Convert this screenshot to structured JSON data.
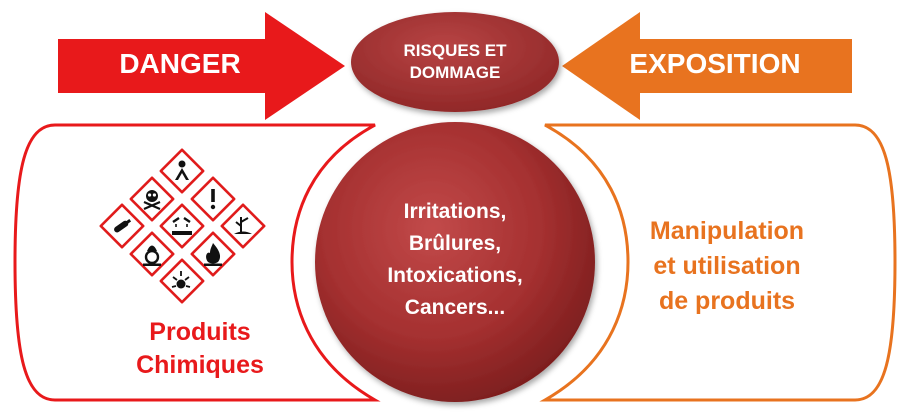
{
  "colors": {
    "danger": "#e8191b",
    "exposure": "#e8731f",
    "risk": "#a83232"
  },
  "danger_arrow": {
    "label": "DANGER"
  },
  "exposure_arrow": {
    "label": "EXPOSITION"
  },
  "risk_ellipse": {
    "lines": [
      "RISQUES ET",
      "DOMMAGE"
    ]
  },
  "effects_circle": {
    "lines": [
      "Irritations,",
      "Brûlures,",
      "Intoxications,",
      "Cancers..."
    ]
  },
  "left_panel": {
    "lines": [
      "Produits",
      "Chimiques"
    ],
    "hazard_icons": [
      "gas-cylinder-icon",
      "skull-crossbones-icon",
      "health-hazard-icon",
      "exclamation-icon",
      "corrosive-icon",
      "environment-icon",
      "oxidizer-icon",
      "flammable-icon",
      "explosive-icon"
    ]
  },
  "right_panel": {
    "lines": [
      "Manipulation",
      "et utilisation",
      "de produits"
    ]
  }
}
